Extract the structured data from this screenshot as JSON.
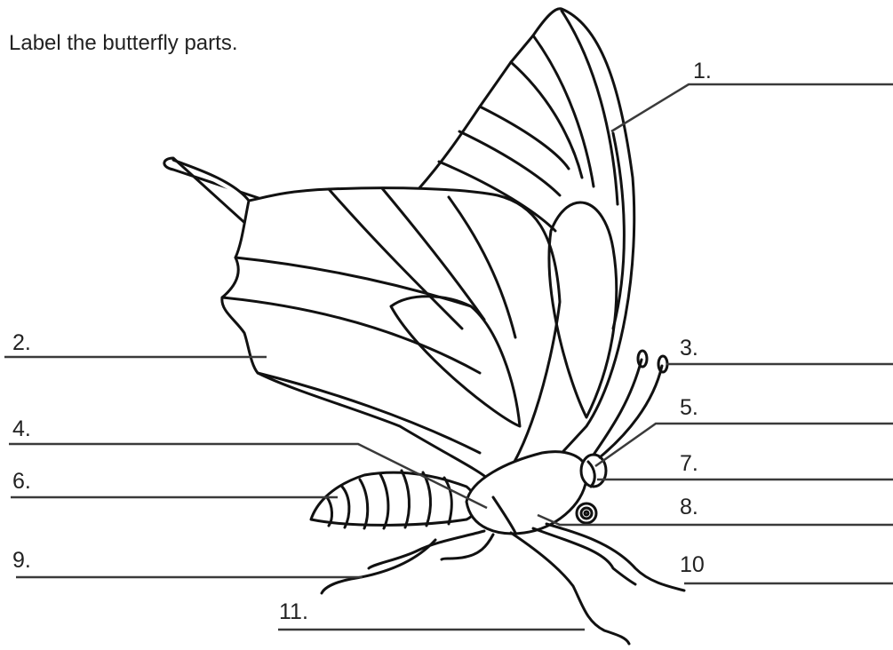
{
  "worksheet": {
    "title": "Label the butterfly parts."
  },
  "labels": [
    {
      "id": "l1",
      "text": "1."
    },
    {
      "id": "l2",
      "text": "2."
    },
    {
      "id": "l3",
      "text": "3."
    },
    {
      "id": "l4",
      "text": "4."
    },
    {
      "id": "l5",
      "text": "5."
    },
    {
      "id": "l6",
      "text": "6."
    },
    {
      "id": "l7",
      "text": "7."
    },
    {
      "id": "l8",
      "text": "8."
    },
    {
      "id": "l9",
      "text": "9."
    },
    {
      "id": "l10",
      "text": "10"
    },
    {
      "id": "l11",
      "text": "11."
    }
  ],
  "illustration": {
    "subject": "butterfly-line-drawing"
  }
}
